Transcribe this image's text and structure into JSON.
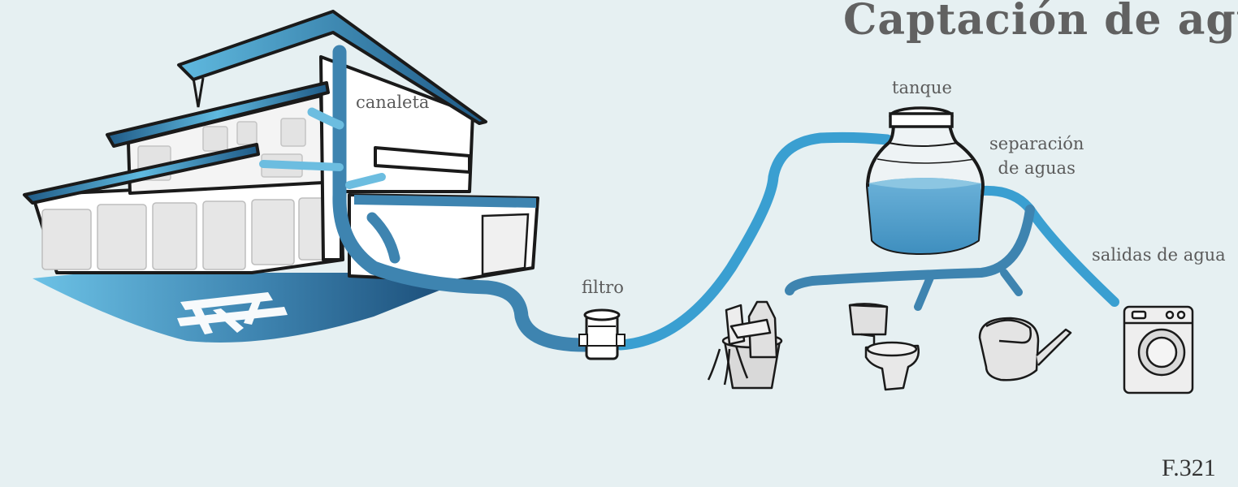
{
  "title": "Captación de agua",
  "labels": {
    "canaleta": "canaleta",
    "tanque": "tanque",
    "separacion_line1": "separación",
    "separacion_line2": "de aguas",
    "salidas": "salidas de agua",
    "filtro": "filtro"
  },
  "figure_number": "F.321",
  "colors": {
    "background": "#e6f0f2",
    "pipe": "#3a9fd1",
    "pipe_dark": "#3e84b0",
    "roof_dark": "#1f5a86",
    "roof_light": "#5fb9df",
    "water": "#4e9cc8",
    "water_top": "#8cc6e2",
    "outline": "#1a1a1a",
    "appliance_fill": "#d9d9d9"
  },
  "icons": [
    "house-icon",
    "picnic-table-icon",
    "filter-icon",
    "tank-icon",
    "cleaning-bucket-icon",
    "toilet-icon",
    "watering-can-icon",
    "washing-machine-icon"
  ]
}
